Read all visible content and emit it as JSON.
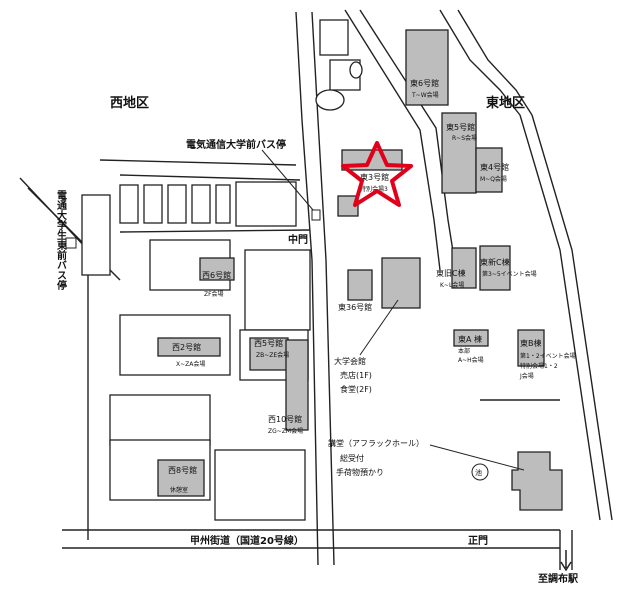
{
  "map": {
    "areas": {
      "west": "西地区",
      "east": "東地区"
    },
    "bus_stops": {
      "front": "電気通信大学前バス停",
      "east_front": "電通大学生東前バス停"
    },
    "gates": {
      "middle": "中門",
      "main": "正門"
    },
    "road": "甲州街道（国道20号線）",
    "direction": "至調布駅",
    "pond": "池",
    "buildings": {
      "e6": {
        "name": "東6号館",
        "sub": "T~W会場"
      },
      "e5": {
        "name": "東5号館",
        "sub": "R~S会場"
      },
      "e4": {
        "name": "東4号館",
        "sub": "M~Q会場"
      },
      "e3": {
        "name": "東3号館",
        "sub": "特別会場3"
      },
      "e_new_c": {
        "name": "東新C棟",
        "sub": "第3~5イベント会場"
      },
      "e_old_c": {
        "name": "東旧C棟",
        "sub": "K~L会場"
      },
      "e36": {
        "name": "東36号館"
      },
      "ea": {
        "name": "東A 棟",
        "sub1": "本部",
        "sub2": "A~H会場"
      },
      "eb": {
        "name": "東B棟",
        "sub1": "第1・2イベント会場",
        "sub2": "特別会場1・2",
        "sub3": "J会場"
      },
      "w6": {
        "name": "西6号館",
        "sub": "ZF会場"
      },
      "w2": {
        "name": "西2号館",
        "sub": "X~ZA会場"
      },
      "w5": {
        "name": "西5号館",
        "sub": "ZB~ZE会場"
      },
      "w10": {
        "name": "西10号館",
        "sub": "ZG~ZM会場"
      },
      "w8": {
        "name": "西8号館",
        "sub": "休憩室"
      },
      "hall": {
        "name": "大学会館",
        "sub1": "売店(1F)",
        "sub2": "食堂(2F)"
      },
      "auditorium": {
        "name": "講堂（アフラックホール）",
        "sub1": "総受付",
        "sub2": "手荷物預かり"
      }
    }
  },
  "marker": {
    "icon": "star-icon",
    "color": "#e0001a"
  }
}
